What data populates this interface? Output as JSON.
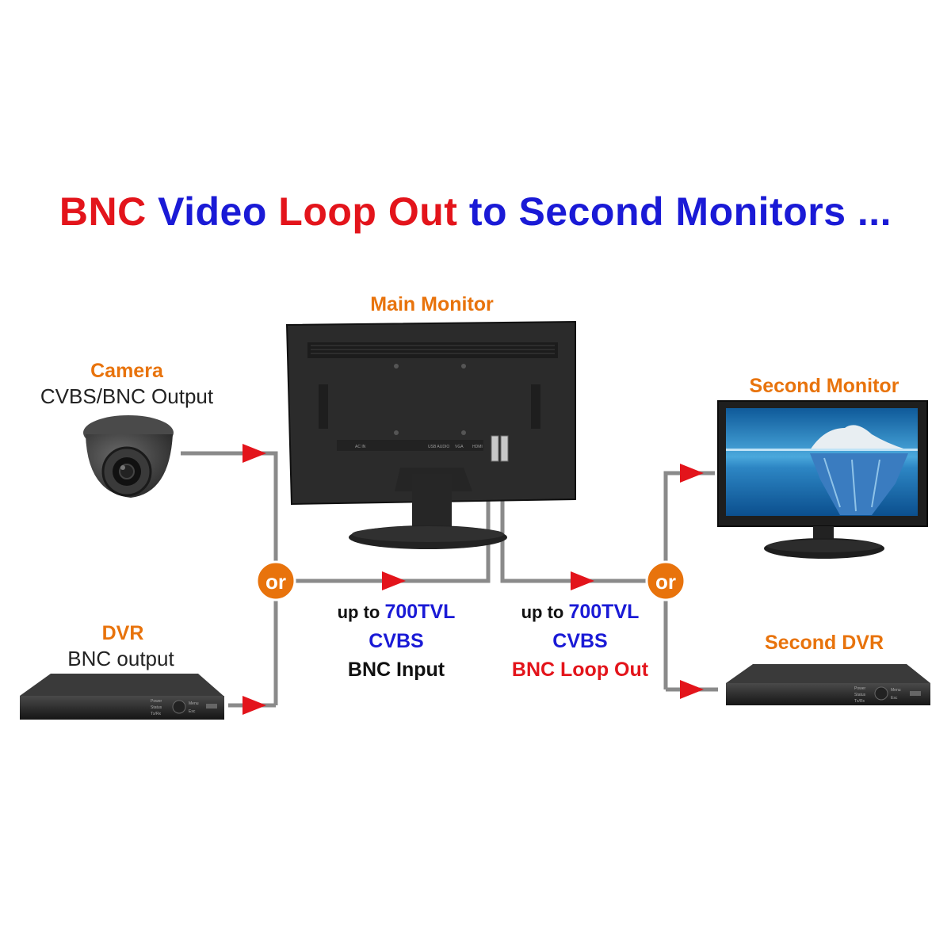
{
  "title": {
    "parts": [
      {
        "text": "BNC",
        "color": "#e3141b"
      },
      {
        "text": "Video",
        "color": "#1a1ad6"
      },
      {
        "text": "Loop Out",
        "color": "#e3141b"
      },
      {
        "text": "to Second Monitors ...",
        "color": "#1a1ad6"
      }
    ]
  },
  "nodes": {
    "main_monitor": {
      "label": "Main Monitor"
    },
    "camera": {
      "label": "Camera",
      "sublabel": "CVBS/BNC Output"
    },
    "dvr": {
      "label": "DVR",
      "sublabel": "BNC output"
    },
    "second_monitor": {
      "label": "Second Monitor"
    },
    "second_dvr": {
      "label": "Second DVR"
    }
  },
  "junctions": {
    "left": "or",
    "right": "or"
  },
  "input_spec": {
    "line1_prefix": "up to ",
    "line1_value": "700TVL",
    "line2": "CVBS",
    "line3": "BNC Input"
  },
  "loop_spec": {
    "line1_prefix": "up to ",
    "line1_value": "700TVL",
    "line2": "CVBS",
    "line3": "BNC Loop Out"
  },
  "dvr_panel": {
    "line1": "Power",
    "line2": "Status",
    "line3": "Tx/Rx",
    "btn1": "Menu",
    "btn2": "Esc"
  },
  "monitor_ports": {
    "p1": "AC IN",
    "p2": "USB AUDIO",
    "p3": "VGA",
    "p4": "HDMI"
  },
  "colors": {
    "orange": "#e8730c",
    "red": "#e3141b",
    "blue": "#1a1ad6",
    "cable": "#8a8a8a",
    "arrow": "#e3141b",
    "device": "#2b2b2b"
  }
}
